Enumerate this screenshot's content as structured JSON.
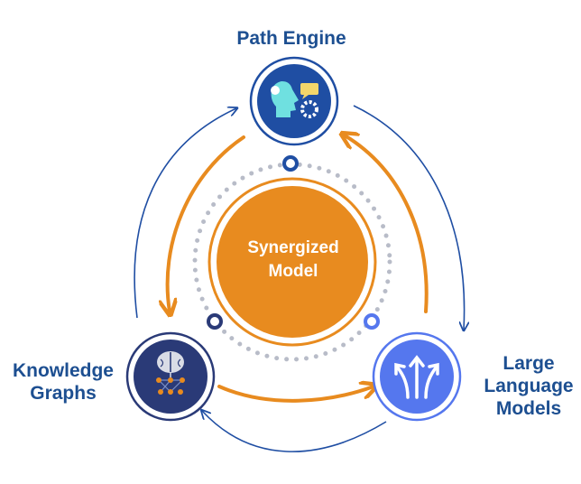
{
  "center": {
    "line1": "Synergized",
    "line2": "Model",
    "color": "#e88b1f"
  },
  "nodes": {
    "top": {
      "label": "Path Engine",
      "icon": "ai-head-gear-icon",
      "color": "#1f4ea3"
    },
    "left": {
      "label_line1": "Knowledge",
      "label_line2": "Graphs",
      "icon": "brain-network-icon",
      "color": "#2a3a77"
    },
    "right": {
      "label_line1": "Large",
      "label_line2": "Language",
      "label_line3": "Models",
      "icon": "diverging-arrows-icon",
      "color": "#5577ee"
    }
  },
  "colors": {
    "label": "#1d4f91",
    "outer_arrow": "#1f4ea3",
    "inner_arrow": "#e88b1f",
    "dots": "#b8bcc8"
  }
}
